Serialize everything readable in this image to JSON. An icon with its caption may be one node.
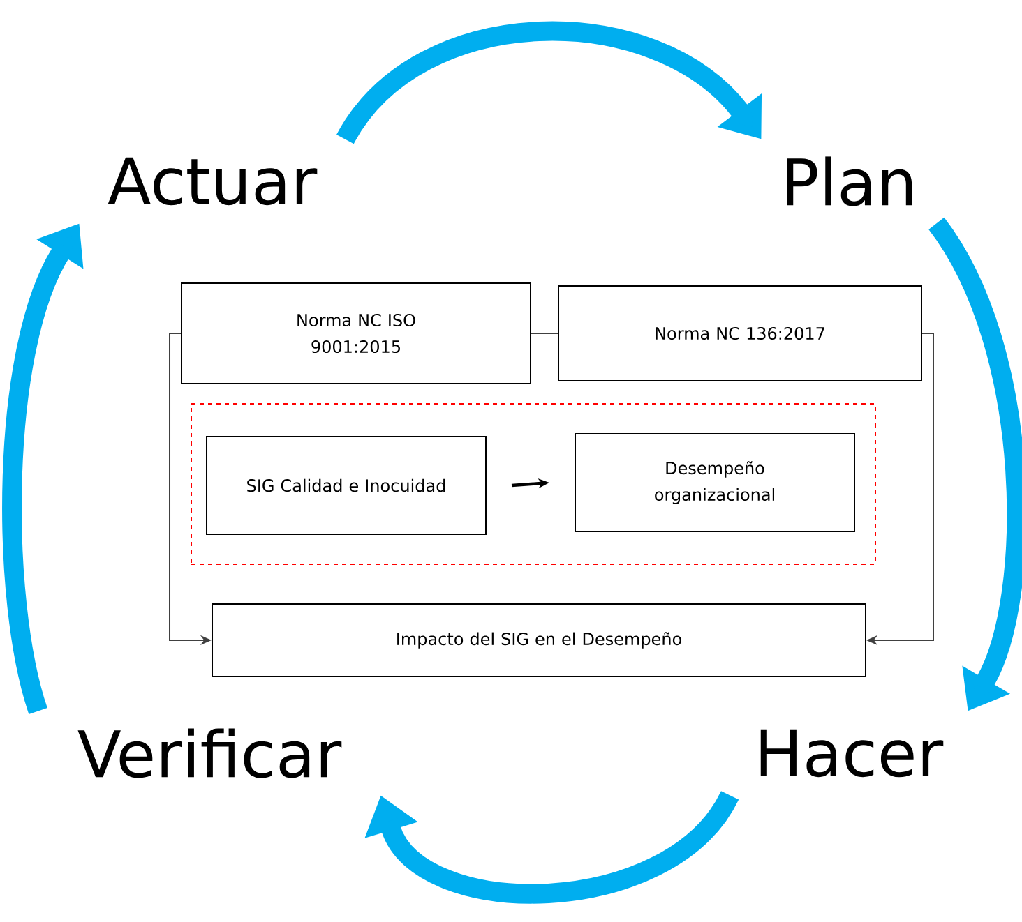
{
  "diagram": {
    "nodes": [
      {
        "text": [
          "Actuar"
        ]
      },
      {
        "text": [
          "Plan"
        ]
      },
      {
        "text": [
          "Hacer"
        ]
      },
      {
        "text": [
          "Verificar"
        ]
      },
      {
        "text": [
          "Norma NC ISO 9001:2015"
        ]
      },
      {
        "text": [
          "Norma NC 136:2017"
        ]
      },
      {
        "text": [],
        "shape": "box"
      },
      {
        "text": [
          "SIG Calidad e Inocuidad"
        ],
        "in": 6
      },
      {
        "text": [
          "Desempeño organizacional"
        ],
        "in": 6
      },
      {
        "text": [
          "Impacto del SIG en el Desempeño"
        ]
      }
    ],
    "edges": [
      {
        "from": 0,
        "to": 1,
        "arrow": "to",
        "style": "thick",
        "color": "#00aeef"
      },
      {
        "from": 1,
        "to": 2,
        "arrow": "to",
        "style": "thick",
        "color": "#00aeef"
      },
      {
        "from": 2,
        "to": 3,
        "arrow": "to",
        "style": "thick",
        "color": "#00aeef"
      },
      {
        "from": 3,
        "to": 0,
        "arrow": "to",
        "style": "thick",
        "color": "#00aeef"
      },
      {
        "from": 4,
        "to": 5,
        "arrow": "none",
        "color": "#404040"
      },
      {
        "from": 4,
        "to": 9,
        "arrow": "to",
        "color": "#404040"
      },
      {
        "from": 5,
        "to": 9,
        "arrow": "to",
        "color": "#404040"
      },
      {
        "from": 7,
        "to": 8,
        "arrow": "to",
        "color": "#000000"
      }
    ]
  }
}
